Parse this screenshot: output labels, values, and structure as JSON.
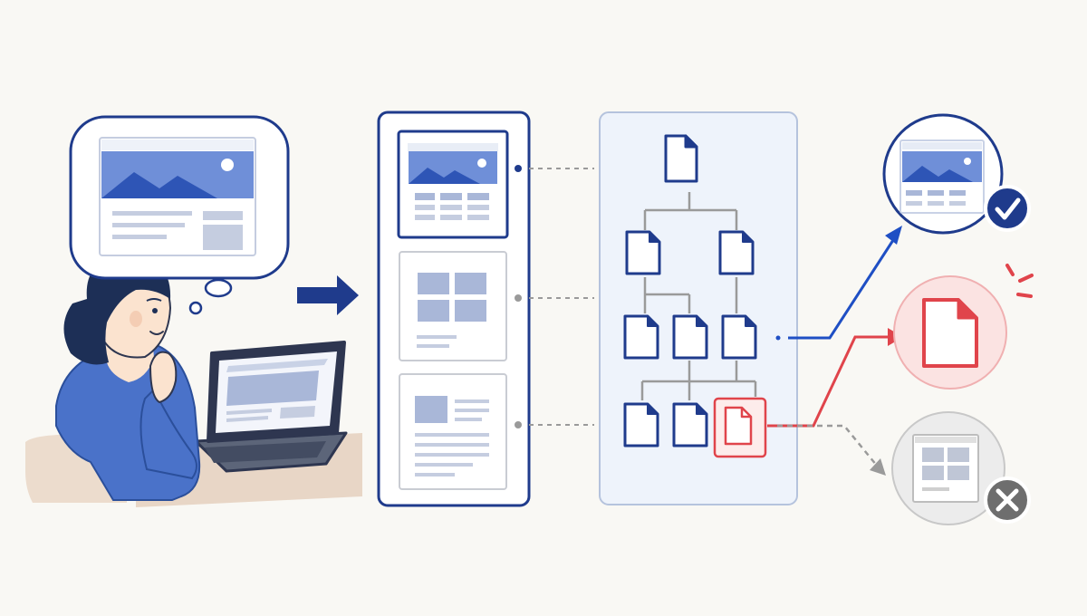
{
  "colors": {
    "background": "#f9f8f4",
    "navy": "#1f3b8c",
    "accent_blue": "#1f4fc4",
    "light_blue": "#6f8fd8",
    "pale_blue": "#eef3fb",
    "placeholder": "#a9b7d8",
    "error_red": "#e0444b",
    "error_fill": "#fbe3e2",
    "grey": "#9a9a9a",
    "grey_fill": "#ececec",
    "skin": "#fbe3cf",
    "hair": "#1d2f56",
    "sweater": "#4a72c9",
    "desk": "#e8d6c6"
  },
  "scene": {
    "person": "woman-thinking-at-laptop",
    "thought": "webpage-wireframe-with-hero-image",
    "candidate_pages": [
      "hero-image-page",
      "image-grid-page",
      "article-page"
    ],
    "site_tree": {
      "root": 1,
      "level_1": 2,
      "level_2": 3,
      "level_3": 3,
      "highlighted_node": "level_3-item-3"
    },
    "outcomes": [
      {
        "name": "found-page",
        "status": "success",
        "icon": "check-icon"
      },
      {
        "name": "wrong-document",
        "status": "error",
        "icon": "document-icon"
      },
      {
        "name": "rejected-page",
        "status": "rejected",
        "icon": "x-icon"
      }
    ]
  }
}
